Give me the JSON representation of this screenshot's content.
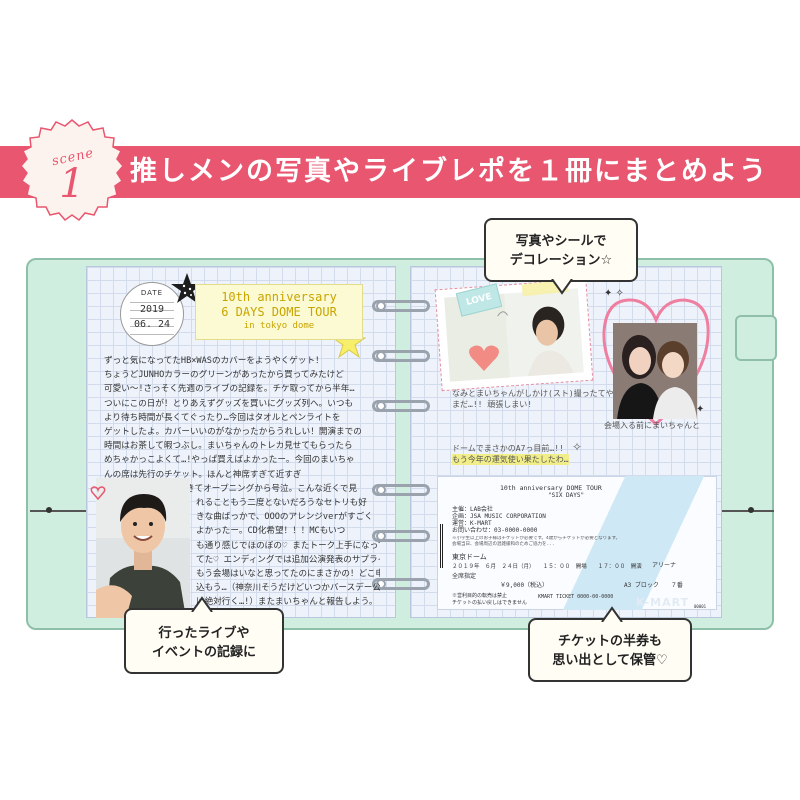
{
  "banner": {
    "scene_label": "scene",
    "scene_number": "1",
    "headline": "推しメンの写真やライブレポを１冊にまとめよう",
    "colors": {
      "banner": "#e8566f",
      "cover": "#cfeee0"
    }
  },
  "left_page": {
    "date_card": {
      "header": "DATE",
      "year": "2019",
      "day": "06. 24"
    },
    "title_tag": {
      "line1": "10th anniversary",
      "line2": "6 DAYS DOME TOUR",
      "line3": "in tokyo dome"
    },
    "memo_lines": [
      "ずっと気になってたHB×WASのカバーをようやくゲット！",
      "ちょうどJUNHOカラーのグリーンがあったから買ってみたけど",
      "可愛い〜!さっそく先週のライブの記録を。チケ取ってから半年…",
      "ついにこの日が！とりあえずグッズを買いにグッズ列へ。いつも",
      "より待ち時間が長くてぐったり…今回はタオルとペンライトを",
      "ゲットしたよ。カバーいいのがなかったからうれしい！開演までの",
      "時間はお茶して暇つぶし。まいちゃんのトレカ見せてもらったら",
      "めちゃかっこよくて…!やっぱ買えばよかったー。今回のまいちゃ",
      "んの席は先行のチケット。ほんと神席すぎて近すぎ",
      "きてオープニングから号泣。こんな近くで見",
      "れることもう二度とないだろうなセトリも好",
      "きな曲ばっかで、OOOのアレンジverがすごく",
      "よかったー。CD化希望！！！MCもいつ",
      "も通り感じでほのぼの♡ またトーク上手になって",
      "てた♡ エンディングでは追加公演発表のサプライズ！",
      "もう会場はいなと思ってたのにまさかの！どこ申し",
      "込もう…（神奈川そうだけどいつかバースデー公演",
      "は絶対行く…!）またまいちゃんと報告しよう。"
    ]
  },
  "right_page": {
    "photo_sticker": "LOVE",
    "photo1_caption_lines": [
      "なみとまいちゃんがしかけ(スト)撮ったてやつ!",
      "まだ…!! 頑張しまい!"
    ],
    "photo2_caption": "会場入る前にまいちゃんと",
    "ticket_note_lines": [
      "ドームでまさかのA7っ目前…!!",
      "もう今年の運気使い果たしたわ…"
    ],
    "ticket": {
      "event_title": "10th anniversary  DOME TOUR",
      "event_subtitle": "\"SIX DAYS\"",
      "organizer_lines": [
        "主催：LAB会社",
        "企画：JSA MUSIC CORPORATION",
        "運営：K-MART",
        "お問い合わせ：03-0000-0000"
      ],
      "notice_lines": [
        "※小学生以上のお子様はチケットが必要です。4歳からチケットが必要となります。",
        "会場当日、会場周辺の混雑緩和のためご協力を..."
      ],
      "venue": "東京ドーム",
      "arena_label": "アリーナ",
      "date_row": "２０１９年　６月　２４日（月）　　１５：００　開場　　１７：００　開演",
      "seat_label": "全席指定",
      "price": "￥9,000（税込）",
      "block": "A3 ブロック　　７番",
      "footer_left": "※営利目的の転売は禁止",
      "footer_left2": "チケットの払い戻しはできません",
      "footer_center": "KMART TICKET  0000-00-0000",
      "brand": "K-MART",
      "serial": "00001"
    }
  },
  "callouts": {
    "top": [
      "写真やシールで",
      "デコレーション☆"
    ],
    "bottom_left": [
      "行ったライブや",
      "イベントの記録に"
    ],
    "bottom_right": [
      "チケットの半券も",
      "思い出として保管♡"
    ]
  }
}
